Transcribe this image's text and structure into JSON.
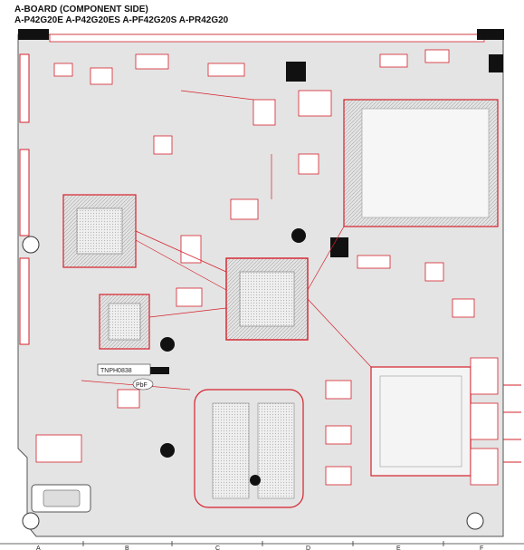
{
  "header": {
    "title": "A-BOARD (COMPONENT SIDE)",
    "models": "A-P42G20E  A-P42G20ES A-PF42G20S A-PR42G20"
  },
  "board": {
    "part_number": "TNPH0838",
    "pbf_mark": "PbF"
  },
  "grid": {
    "columns": [
      "A",
      "B",
      "C",
      "D",
      "E",
      "F"
    ]
  },
  "colors": {
    "trace": "#d6202a",
    "board": "#e4e4e4",
    "ink": "#111111",
    "outline": "#555555"
  }
}
